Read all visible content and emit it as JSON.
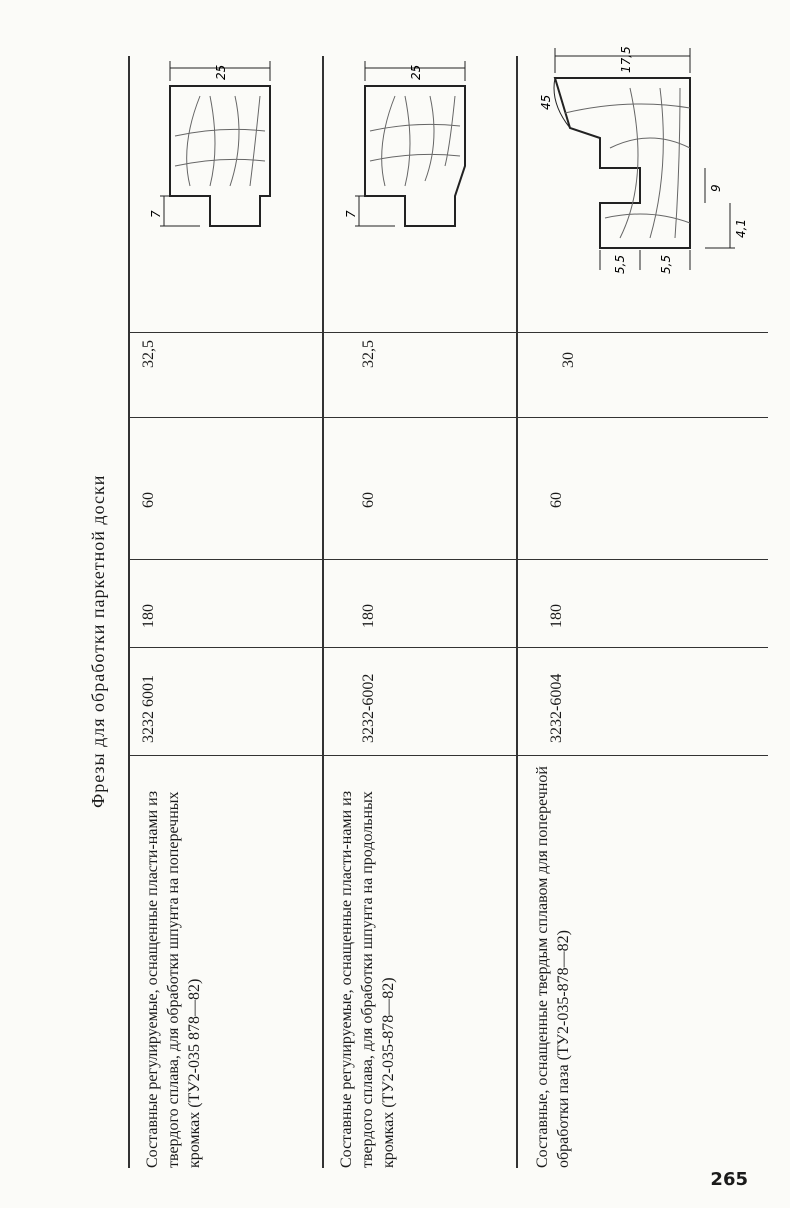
{
  "title": "Фрезы для обработки паркетной доски",
  "rows": [
    {
      "description": "Составные регулируемые, оснащенные пласти-нами из твердого сплава, для обработки шпунта на поперечных кромках (ТУ2-035 878—82)",
      "code": "3232 6001",
      "d": "180",
      "b": "60",
      "h": "32,5",
      "dims": [
        "7",
        "25"
      ]
    },
    {
      "description": "Составные регулируемые, оснащенные пласти-нами из твердого сплава, для обработки шпунта на продольных кромках (ТУ2-035-878—82)",
      "code": "3232-6002",
      "d": "180",
      "b": "60",
      "h": "32,5",
      "dims": [
        "7",
        "25"
      ]
    },
    {
      "description": "Составные, оснащенные твердым сплавом для поперечной обработки паза (ТУ2-035-878—82)",
      "code": "3232-6004",
      "d": "180",
      "b": "60",
      "h": "30",
      "dims": [
        "45",
        "5,5",
        "17,5",
        "5,5",
        "4,1",
        "9"
      ]
    }
  ],
  "page_number": "265"
}
